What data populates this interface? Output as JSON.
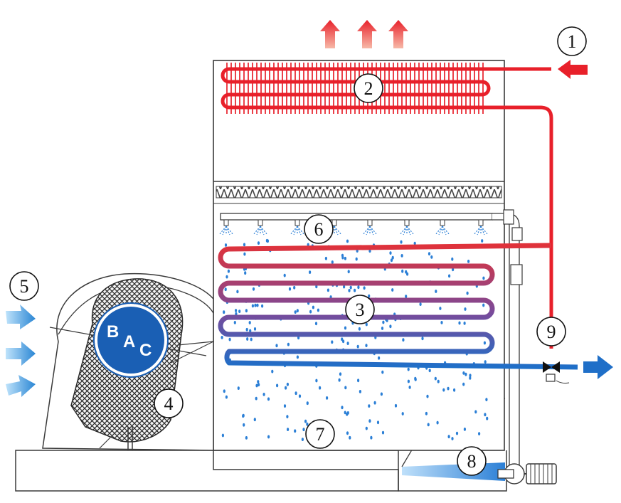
{
  "logo": {
    "text": "BAC",
    "letters": [
      "B",
      "A",
      "C"
    ]
  },
  "callouts": [
    "1",
    "2",
    "3",
    "4",
    "5",
    "6",
    "7",
    "8",
    "9"
  ],
  "colors": {
    "hot": "#e8202a",
    "cold": "#1f6fc8",
    "water": "#2b7fd6",
    "outline": "#3a3a3a",
    "logo_blue": "#1a5fb4"
  },
  "icons": {
    "air_out": "arrow-up-icon",
    "air_in": "arrow-right-icon",
    "fluid_in": "arrow-left-icon",
    "fluid_out": "arrow-right-icon"
  }
}
